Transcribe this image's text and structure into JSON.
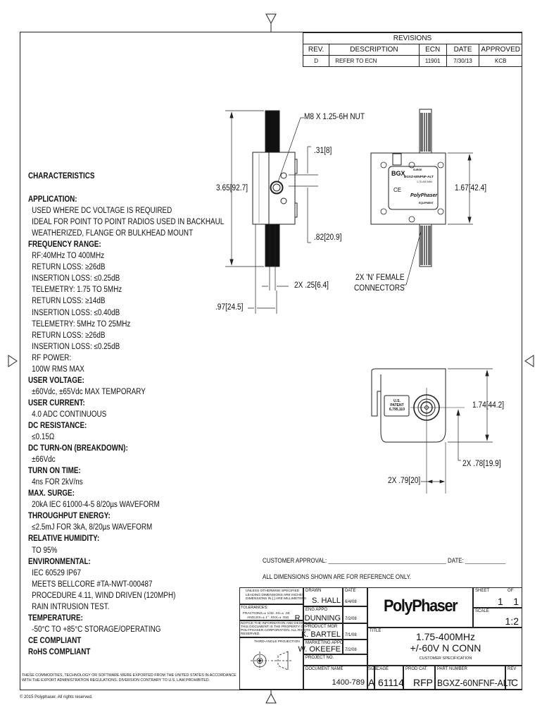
{
  "revisions": {
    "title": "REVISIONS",
    "headers": [
      "REV.",
      "DESCRIPTION",
      "ECN",
      "DATE",
      "APPROVED"
    ],
    "rows": [
      [
        "D",
        "REFER TO ECN",
        "11901",
        "7/30/13",
        "KCB"
      ]
    ]
  },
  "characteristics": {
    "title": "CHARACTERISTICS",
    "lines": [
      {
        "t": "APPLICATION:",
        "h": true
      },
      {
        "t": "USED WHERE DC VOLTAGE IS REQUIRED"
      },
      {
        "t": "IDEAL FOR POINT TO POINT RADIOS USED IN BACKHAUL"
      },
      {
        "t": "WEATHERIZED, FLANGE OR BULKHEAD MOUNT"
      },
      {
        "t": "FREQUENCY RANGE:",
        "h": true
      },
      {
        "t": "RF:40MHz TO 400MHz"
      },
      {
        "t": "RETURN LOSS: ≥26dB"
      },
      {
        "t": "INSERTION LOSS: ≤0.25dB"
      },
      {
        "t": "TELEMETRY: 1.75 TO 5MHz"
      },
      {
        "t": "RETURN LOSS: ≥14dB"
      },
      {
        "t": "INSERTION LOSS: ≤0.40dB"
      },
      {
        "t": "TELEMETRY: 5MHz TO 25MHz"
      },
      {
        "t": "RETURN LOSS: ≥26dB"
      },
      {
        "t": "INSERTION LOSS: ≤0.25dB"
      },
      {
        "t": "RF POWER:"
      },
      {
        "t": "100W RMS MAX"
      },
      {
        "t": "USER VOLTAGE:",
        "h": true
      },
      {
        "t": "±60Vdc, ±65Vdc MAX TEMPORARY"
      },
      {
        "t": "USER CURRENT:",
        "h": true
      },
      {
        "t": "4.0 ADC CONTINUOUS"
      },
      {
        "t": "DC RESISTANCE:",
        "h": true
      },
      {
        "t": "≤0.15Ω"
      },
      {
        "t": "DC TURN-ON (BREAKDOWN):",
        "h": true
      },
      {
        "t": "±66Vdc"
      },
      {
        "t": "TURN ON TIME:",
        "h": true
      },
      {
        "t": "4ns FOR 2kV/ns"
      },
      {
        "t": "MAX. SURGE:",
        "h": true
      },
      {
        "t": "20kA IEC 61000-4-5 8/20µs WAVEFORM"
      },
      {
        "t": "THROUGHPUT ENERGY:",
        "h": true
      },
      {
        "t": "≤2.5mJ FOR 3kA, 8/20µs WAVEFORM"
      },
      {
        "t": "RELATIVE HUMIDITY:",
        "h": true
      },
      {
        "t": "TO 95%"
      },
      {
        "t": "ENVIRONMENTAL:",
        "h": true
      },
      {
        "t": "IEC 60529 IP67"
      },
      {
        "t": "MEETS BELLCORE #TA-NWT-000487"
      },
      {
        "t": "PROCEDURE 4.11, WIND DRIVEN (120MPH)"
      },
      {
        "t": "RAIN INTRUSION TEST."
      },
      {
        "t": "TEMPERATURE:",
        "h": true
      },
      {
        "t": "-50°C TO +85°C STORAGE/OPERATING"
      },
      {
        "t": "CE COMPLIANT",
        "h": true
      },
      {
        "t": "RoHS COMPLIANT",
        "h": true
      }
    ]
  },
  "dimensions": {
    "nut": "M8 X 1.25-6H NUT",
    "d31": ".31[8]",
    "d365": "3.65[92.7]",
    "d82": ".82[20.9]",
    "d25": "2X .25[6.4]",
    "d97": ".97[24.5]",
    "d167": "1.67[42.4]",
    "connectors1": "2X 'N' FEMALE",
    "connectors2": "CONNECTORS",
    "d174": "1.74[44.2]",
    "d78": "2X .78[19.9]",
    "d79": "2X .79[20]"
  },
  "labels": {
    "plate_brand": "BGX",
    "plate_part": "BGXZ-60NFNF-ALT",
    "plate_freq": "1.75-400 MHz",
    "plate_logo": "PolyPhaser",
    "plate_equip": "EQUIPMENT",
    "surge": "SURGE",
    "ce": "CE",
    "patent1": "U.S. PATENT",
    "patent2": "6,795,110"
  },
  "approval": {
    "customer": "CUSTOMER APPROVAL: ______________________________________ DATE: _____________",
    "reference": "ALL DIMENSIONS SHOWN ARE FOR REFERENCE ONLY."
  },
  "title_block": {
    "unless": [
      "UNLESS OTHERWISE SPECIFIED",
      "LEADING DIMENSIONS ARE INCHES",
      "DIMENSIONS IN [ ] ARE MILLIMETERS"
    ],
    "tolerances": "TOLERANCES:",
    "fractions": "FRACTIONS=± 1/32    .XX=±  .03",
    "angles": "ANGLES=±  1°   .XXX=±  .010",
    "notice": [
      "NOTICE THE INFORMATION AND DESIGN IN",
      "THIS DOCUMENT IS THE PROPERTY OF",
      "POLYPHASER CORPORATION.  ALL RIGHTS",
      "RESERVED."
    ],
    "projection": "THIRD-ANGLE PROJECTION",
    "drawn_label": "DRAWN",
    "drawn": "S. HALL",
    "date_label": "DATE",
    "drawn_date": "6/4/08",
    "eng_label": "ENG APPO",
    "eng": "R. DUNNING",
    "eng_date": "7/2/08",
    "pm_label": "PRODUCT MGR",
    "pm": "K. BARTEL",
    "pm_date": "7/1/08",
    "mkt_label": "MARKETING APPO",
    "mkt": "W. OKEEFE",
    "mkt_date": "7/2/08",
    "project_label": "PROJECT NO.",
    "docname_label": "DOCUMENT NAME",
    "docname": "1400-789",
    "logo": "PolyPhaser",
    "sheet_label": "SHEET",
    "sheet": "1",
    "of_label": "OF",
    "of": "1",
    "scale_label": "SCALE",
    "scale": "1:2",
    "title_label": "TITLE",
    "title1": "1.75-400MHz",
    "title2": "+/-60V N CONN",
    "title3": "CUSTOMER SPECIFICATION",
    "size_label": "SIZE",
    "size": "A",
    "cage_label": "CAGE",
    "cage": "61114",
    "prodcat_label": "PROD CAT",
    "prodcat": "RFP",
    "part_label": "PART NUMBER",
    "part": "BGXZ-60NFNF-ALT",
    "rev_label": "REV",
    "rev": "C"
  },
  "export_notice": [
    "THESE COMMODITIES, TECHNOLOGY OR SOFTWARE WERE EXPORTED FROM THE UNITED STATES IN ACCORDANCE",
    "WITH THE EXPORT ADMINISTRATION REGULATIONS. DIVERSION CONTRARY TO U.S. LAW PROHIBITED."
  ],
  "copyright": "© 2015 Polyphaser.  All rights reserved."
}
